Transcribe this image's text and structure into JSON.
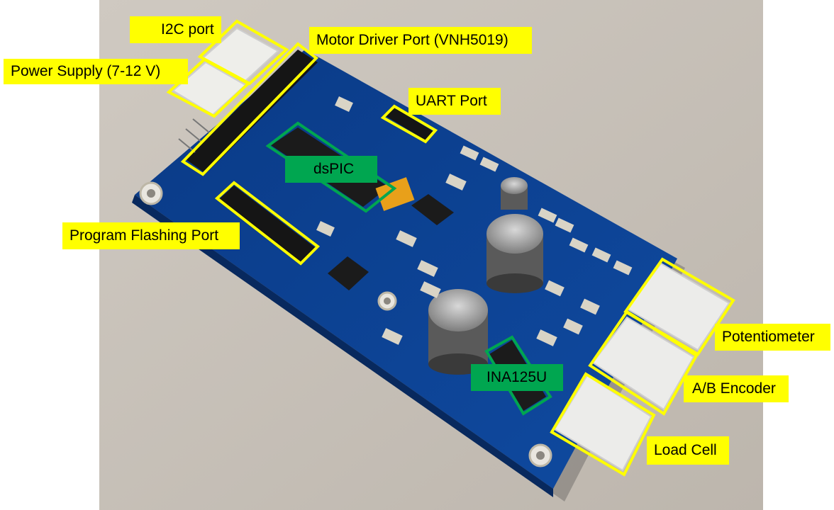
{
  "labels": {
    "i2c": "I2C port",
    "power": "Power Supply (7-12  V)",
    "motor": "Motor Driver Port (VNH5019)",
    "uart": "UART Port",
    "dspic": "dsPIC",
    "flash": "Program Flashing Port",
    "pot": "Potentiometer",
    "encoder": "A/B Encoder",
    "loadcell": "Load Cell",
    "ina": "INA125U"
  },
  "colors": {
    "highlight_yellow": "#ffff00",
    "highlight_green": "#00a650",
    "board_blue": "#0b3d8c",
    "background_fabric": "#c9c3bb"
  },
  "icons": [
    "circuit-board",
    "connector",
    "capacitor",
    "chip",
    "resistor"
  ]
}
